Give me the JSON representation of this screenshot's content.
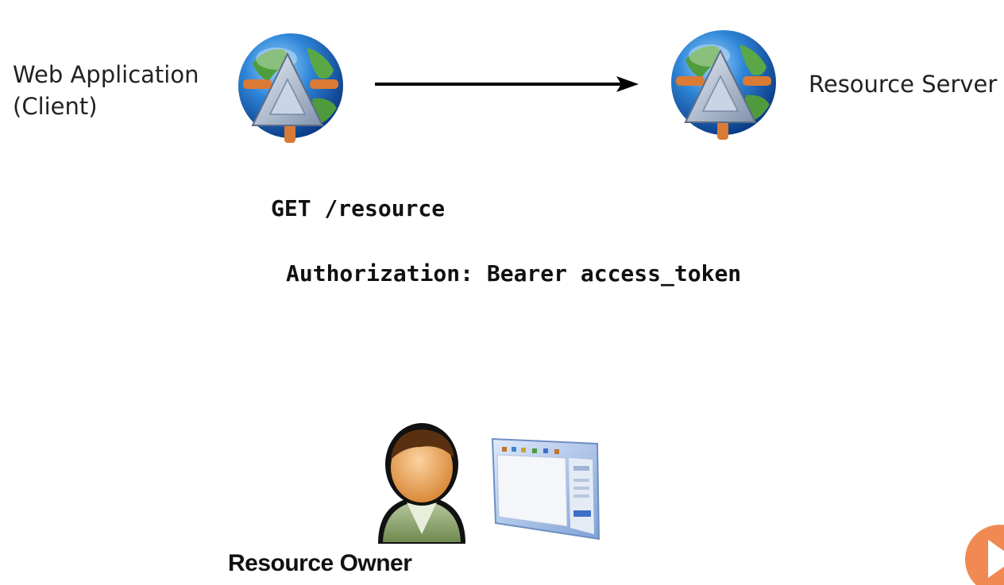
{
  "client": {
    "label_line1": "Web Application",
    "label_line2": "(Client)",
    "icon": "globe-server-icon"
  },
  "resource_server": {
    "label": "Resource Server",
    "icon": "globe-server-icon"
  },
  "request": {
    "method_line": "GET /resource",
    "header_line": "Authorization: Bearer access_token"
  },
  "resource_owner": {
    "label": "Resource Owner",
    "icons": [
      "user-icon",
      "browser-window-icon"
    ]
  },
  "player": {
    "icon": "play-button-icon"
  }
}
